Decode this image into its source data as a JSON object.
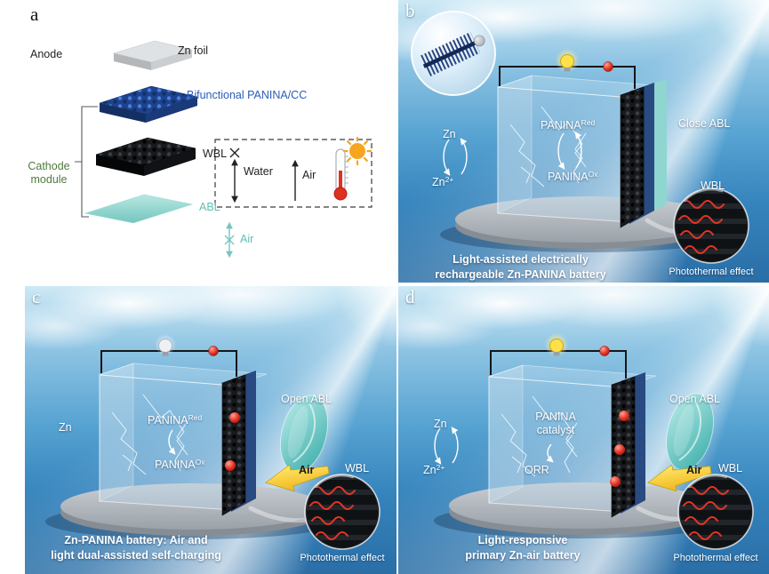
{
  "colors": {
    "sky_top": "#cde9f5",
    "sky_bottom": "#2a6ea6",
    "abl_teal": "#7ccac4",
    "panina_blue": "#2b5cb8",
    "bulb_yellow": "#ffe14a",
    "connector_red": "#d62818",
    "air_arrow_yellow": "#f0b51c",
    "cathode_label_green": "#4e7b3c"
  },
  "panel_a": {
    "label": "a",
    "anode": "Anode",
    "zn_foil": "Zn foil",
    "panina_cc": "Bifunctional PANINA/CC",
    "wbl": "WBL",
    "cathode_module": "Cathode module",
    "abl": "ABL",
    "water": "Water",
    "air": "Air",
    "air_bottom": "Air"
  },
  "panel_b": {
    "label": "b",
    "zn": "Zn",
    "zn_ion_base": "Zn",
    "zn_ion_sup": "2+",
    "panina_base": "PANINA",
    "panina_red_sup": "Red",
    "panina_ox_base": "PANINA",
    "panina_ox_sup": "Ox",
    "close_abl": "Close ABL",
    "wbl": "WBL",
    "photothermal": "Photothermal effect",
    "caption_line1": "Light-assisted electrically",
    "caption_line2": "rechargeable Zn-PANINA battery"
  },
  "panel_c": {
    "label": "c",
    "zn": "Zn",
    "panina_base": "PANINA",
    "panina_red_sup": "Red",
    "panina_ox_base": "PANINA",
    "panina_ox_sup": "Ox",
    "open_abl": "Open ABL",
    "air": "Air",
    "wbl": "WBL",
    "photothermal": "Photothermal effect",
    "caption_line1": "Zn-PANINA battery: Air and",
    "caption_line2": "light dual-assisted self-charging"
  },
  "panel_d": {
    "label": "d",
    "zn": "Zn",
    "zn_ion_base": "Zn",
    "zn_ion_sup": "2+",
    "panina_line1": "PANINA",
    "panina_line2": "catalyst",
    "orr": "ORR",
    "open_abl": "Open ABL",
    "air": "Air",
    "wbl": "WBL",
    "photothermal": "Photothermal effect",
    "caption_line1": "Light-responsive",
    "caption_line2": "primary Zn-air battery"
  }
}
